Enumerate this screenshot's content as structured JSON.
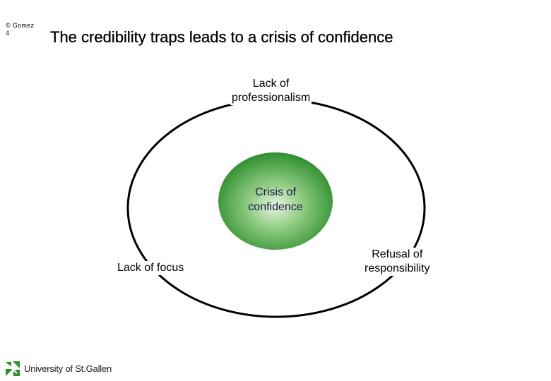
{
  "corner": {
    "copyright": "© Gomez",
    "page_number": "4"
  },
  "title": "The credibility traps leads to a crisis of confidence",
  "diagram": {
    "center": "Crisis of confidence",
    "center_lines": [
      "Crisis of",
      "confidence"
    ],
    "traps": {
      "top": [
        "Lack of",
        "professionalism"
      ],
      "left": [
        "Lack of focus"
      ],
      "right": [
        "Refusal of",
        "responsibility"
      ]
    }
  },
  "logo": {
    "text": "University of St.Gallen"
  },
  "colors": {
    "ring": "#000000",
    "center_outer": "#2f8f2f",
    "center_inner": "#e6f5e0"
  }
}
